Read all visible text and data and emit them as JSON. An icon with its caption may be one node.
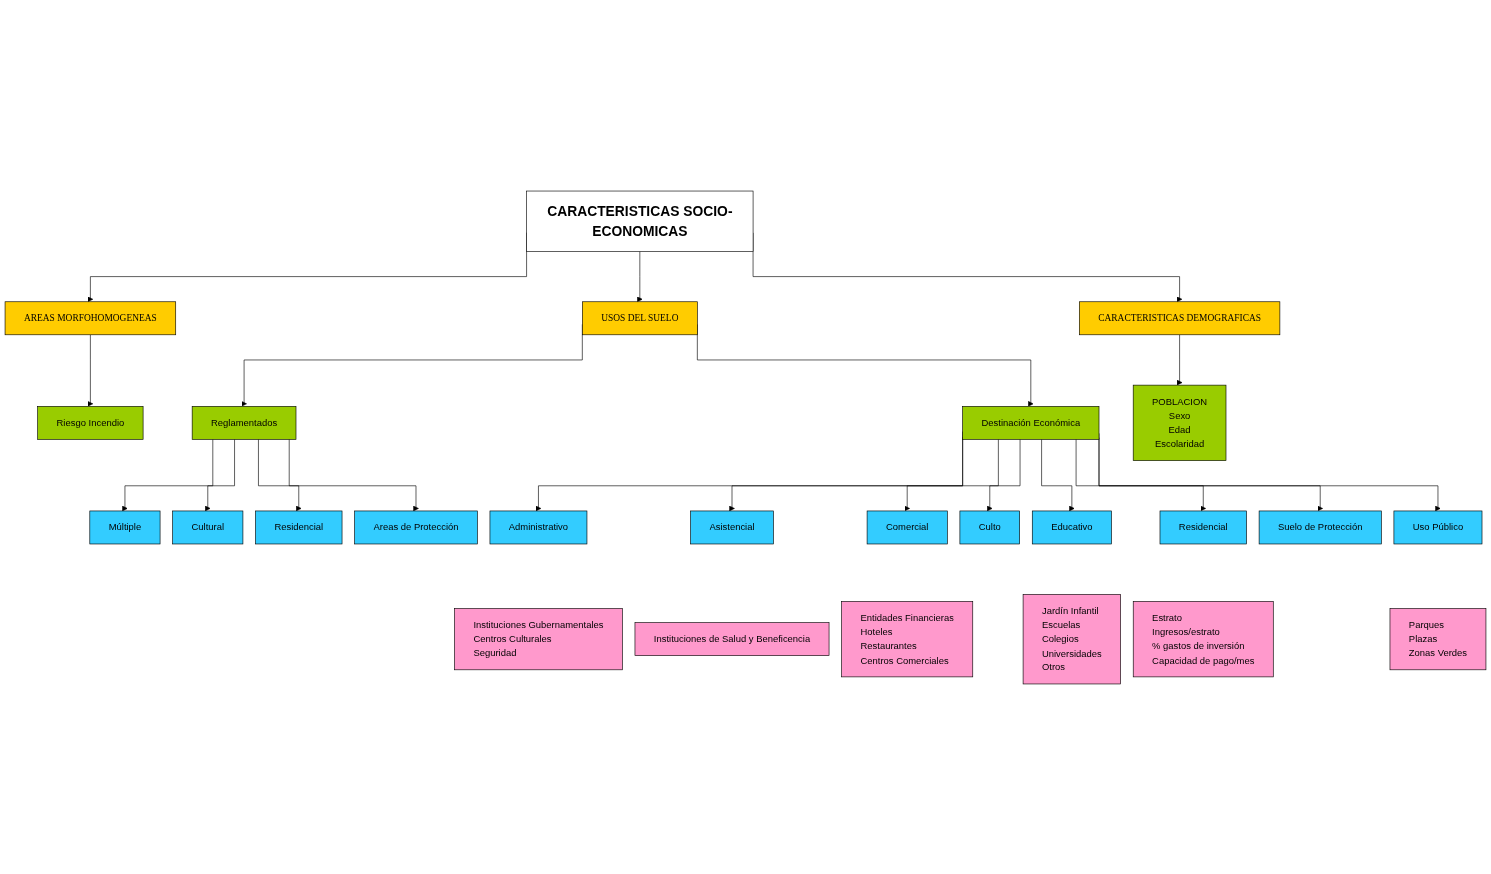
{
  "diagram": {
    "nodes": [
      {
        "text": [
          "CARACTERISTICAS SOCIO-ECONOMICAS"
        ]
      },
      {
        "text": [
          "AREAS MORFOHOMOGENEAS"
        ]
      },
      {
        "text": [
          "USOS DEL SUELO"
        ]
      },
      {
        "text": [
          "CARACTERISTICAS DEMOGRAFICAS"
        ]
      },
      {
        "text": [
          "Riesgo Incendio"
        ]
      },
      {
        "text": [
          "Reglamentados"
        ]
      },
      {
        "text": [
          "Destinación Económica"
        ]
      },
      {
        "text": [
          "POBLACION",
          "Sexo",
          "Edad",
          "Escolaridad"
        ]
      },
      {
        "text": [
          "Múltiple"
        ]
      },
      {
        "text": [
          "Cultural"
        ]
      },
      {
        "text": [
          "Residencial"
        ]
      },
      {
        "text": [
          "Areas de Protección"
        ]
      },
      {
        "text": [
          "Administrativo"
        ]
      },
      {
        "text": [
          "Asistencial"
        ]
      },
      {
        "text": [
          "Comercial"
        ]
      },
      {
        "text": [
          "Culto"
        ]
      },
      {
        "text": [
          "Educativo"
        ]
      },
      {
        "text": [
          "Residencial"
        ]
      },
      {
        "text": [
          "Suelo de Protección"
        ]
      },
      {
        "text": [
          "Uso Público"
        ]
      },
      {
        "text": [
          "Instituciones Gubernamentales",
          "Centros Culturales",
          "Seguridad"
        ]
      },
      {
        "text": [
          "Instituciones de Salud y Beneficencia"
        ]
      },
      {
        "text": [
          "Entidades Financieras",
          "Hoteles",
          "Restaurantes",
          "Centros Comerciales"
        ]
      },
      {
        "text": [
          "Jardín Infantil",
          "Escuelas",
          "Colegios",
          "Universidades",
          "Otros"
        ]
      },
      {
        "text": [
          "Estrato",
          "Ingresos/estrato",
          "% gastos de inversión",
          "Capacidad de pago/mes"
        ]
      },
      {
        "text": [
          "Parques",
          "Plazas",
          "Zonas Verdes"
        ]
      }
    ],
    "edges": [
      {
        "from": 0,
        "to": 1,
        "arrow": "to"
      },
      {
        "from": 0,
        "to": 2,
        "arrow": "to"
      },
      {
        "from": 0,
        "to": 3,
        "arrow": "to"
      },
      {
        "from": 1,
        "to": 4,
        "arrow": "to"
      },
      {
        "from": 2,
        "to": 5,
        "arrow": "to"
      },
      {
        "from": 2,
        "to": 6,
        "arrow": "to"
      },
      {
        "from": 3,
        "to": 7,
        "arrow": "to"
      },
      {
        "from": 5,
        "to": 8,
        "arrow": "to"
      },
      {
        "from": 5,
        "to": 9,
        "arrow": "to"
      },
      {
        "from": 5,
        "to": 10,
        "arrow": "to"
      },
      {
        "from": 5,
        "to": 11,
        "arrow": "to"
      },
      {
        "from": 6,
        "to": 12,
        "arrow": "to"
      },
      {
        "from": 6,
        "to": 13,
        "arrow": "to"
      },
      {
        "from": 6,
        "to": 14,
        "arrow": "to"
      },
      {
        "from": 6,
        "to": 15,
        "arrow": "to"
      },
      {
        "from": 6,
        "to": 16,
        "arrow": "to"
      },
      {
        "from": 6,
        "to": 17,
        "arrow": "to"
      },
      {
        "from": 6,
        "to": 18,
        "arrow": "to"
      },
      {
        "from": 6,
        "to": 19,
        "arrow": "to"
      }
    ]
  }
}
